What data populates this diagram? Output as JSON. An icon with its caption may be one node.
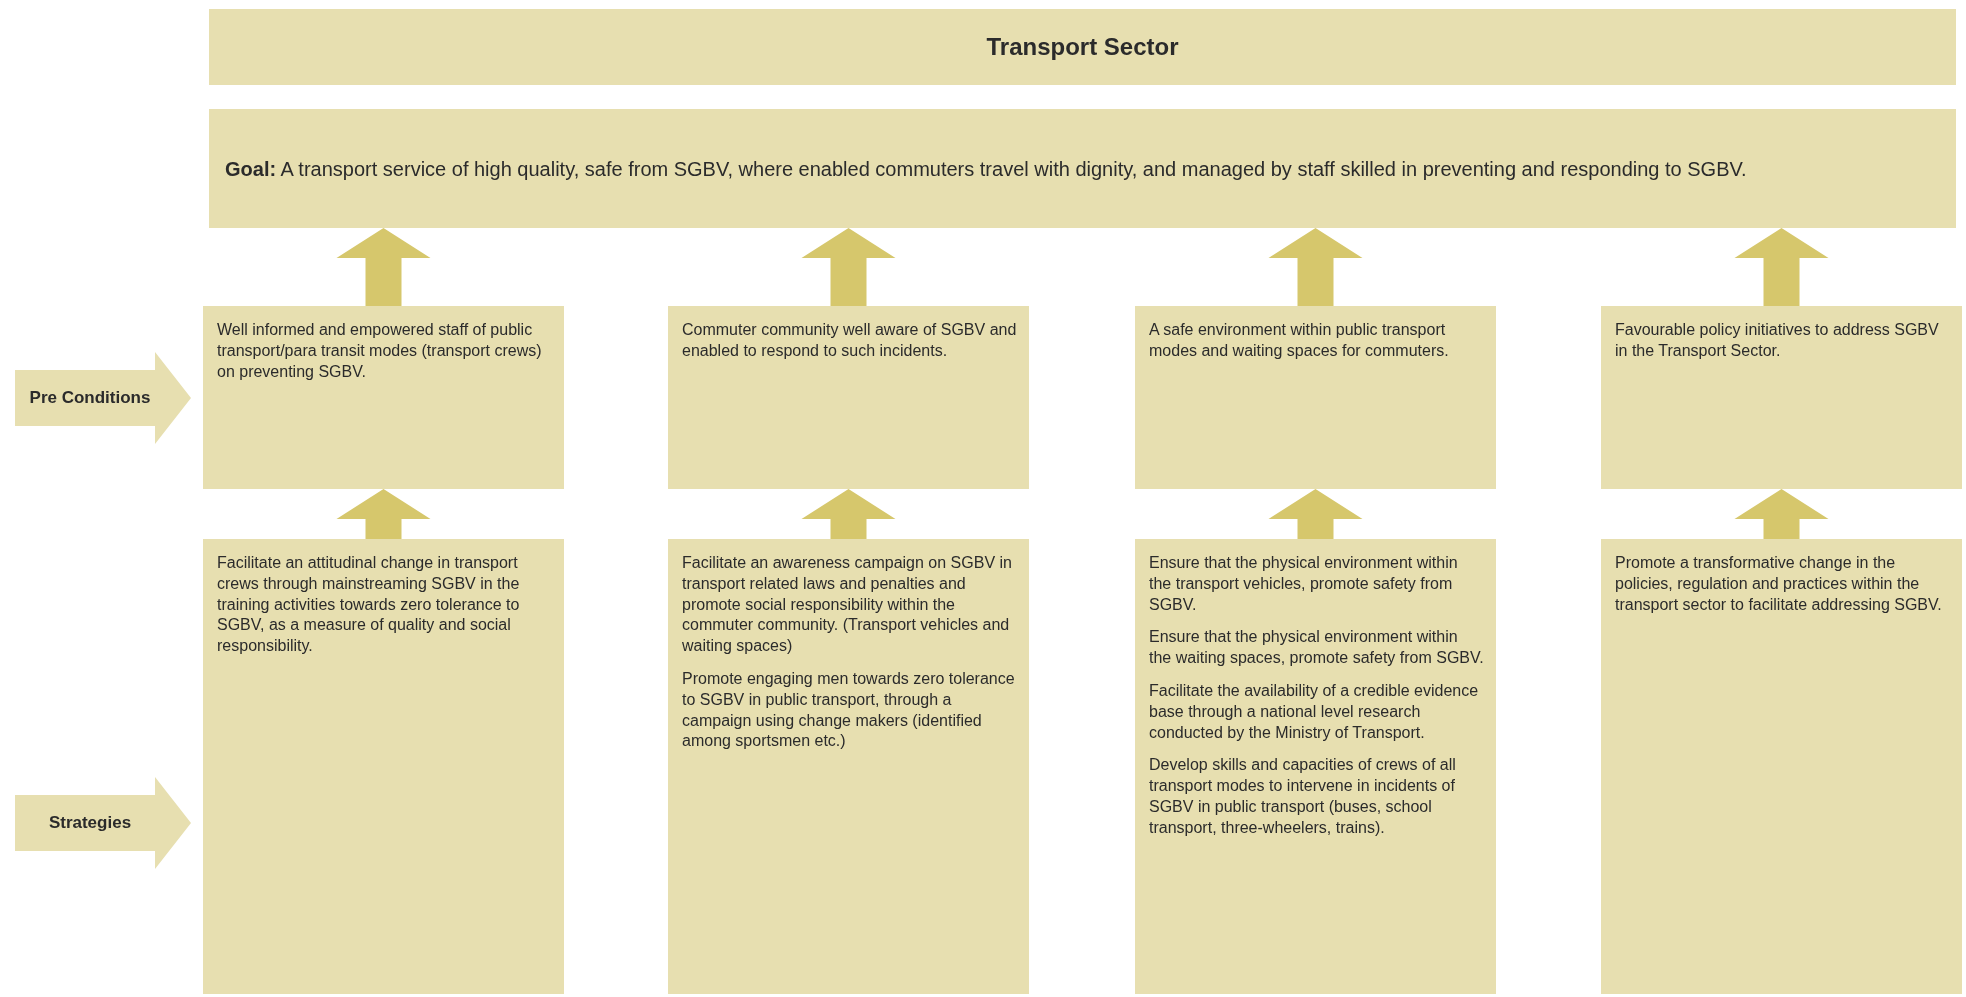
{
  "diagram": {
    "nodes": [
      {
        "text": [
          "Transport Sector"
        ]
      },
      {
        "text": [
          "**Goal:** A transport service of high quality, safe from SGBV, where enabled commuters travel with dignity, and managed by staff skilled in preventing and responding to SGBV."
        ]
      },
      {
        "text": [
          "Well informed and empowered staff of public transport/para transit modes (transport crews) on preventing SGBV."
        ]
      },
      {
        "text": [
          "Commuter community well aware of SGBV and enabled to respond to such incidents."
        ]
      },
      {
        "text": [
          "A safe environment within public transport modes and waiting spaces for commuters."
        ]
      },
      {
        "text": [
          "Favourable policy initiatives to address SGBV in the Transport Sector."
        ]
      },
      {
        "text": [
          "Facilitate an attitudinal change in transport crews through mainstreaming SGBV in the training activities towards zero tolerance to SGBV, as a measure of quality and social responsibility."
        ]
      },
      {
        "text": [
          "Facilitate an awareness campaign on SGBV in transport related laws and penalties and promote social responsibility within the commuter community. (Transport vehicles and waiting spaces)",
          "Promote engaging men towards zero tolerance to SGBV in public transport, through a campaign using change makers (identified among sportsmen etc.)"
        ]
      },
      {
        "text": [
          "Ensure that the physical environment within the transport vehicles, promote safety from SGBV.",
          "Ensure that the physical environment within the waiting spaces, promote safety from SGBV.",
          "Facilitate the availability of a credible evidence base through a national level research conducted by the Ministry of Transport.",
          "Develop skills and capacities of crews of all transport modes to intervene in incidents of SGBV in public transport (buses, school transport, three-wheelers, trains)."
        ]
      },
      {
        "text": [
          "Promote a transformative change in the policies, regulation and practices within the transport sector to facilitate addressing SGBV."
        ]
      },
      {
        "text": [
          "Pre Conditions"
        ]
      },
      {
        "text": [
          "Strategies"
        ]
      }
    ],
    "edges": [
      {
        "from": 2,
        "to": 1,
        "arrow": "to"
      },
      {
        "from": 3,
        "to": 1,
        "arrow": "to"
      },
      {
        "from": 4,
        "to": 1,
        "arrow": "to"
      },
      {
        "from": 5,
        "to": 1,
        "arrow": "to"
      },
      {
        "from": 6,
        "to": 2,
        "arrow": "to"
      },
      {
        "from": 7,
        "to": 3,
        "arrow": "to"
      },
      {
        "from": 8,
        "to": 4,
        "arrow": "to"
      },
      {
        "from": 9,
        "to": 5,
        "arrow": "to"
      }
    ]
  }
}
